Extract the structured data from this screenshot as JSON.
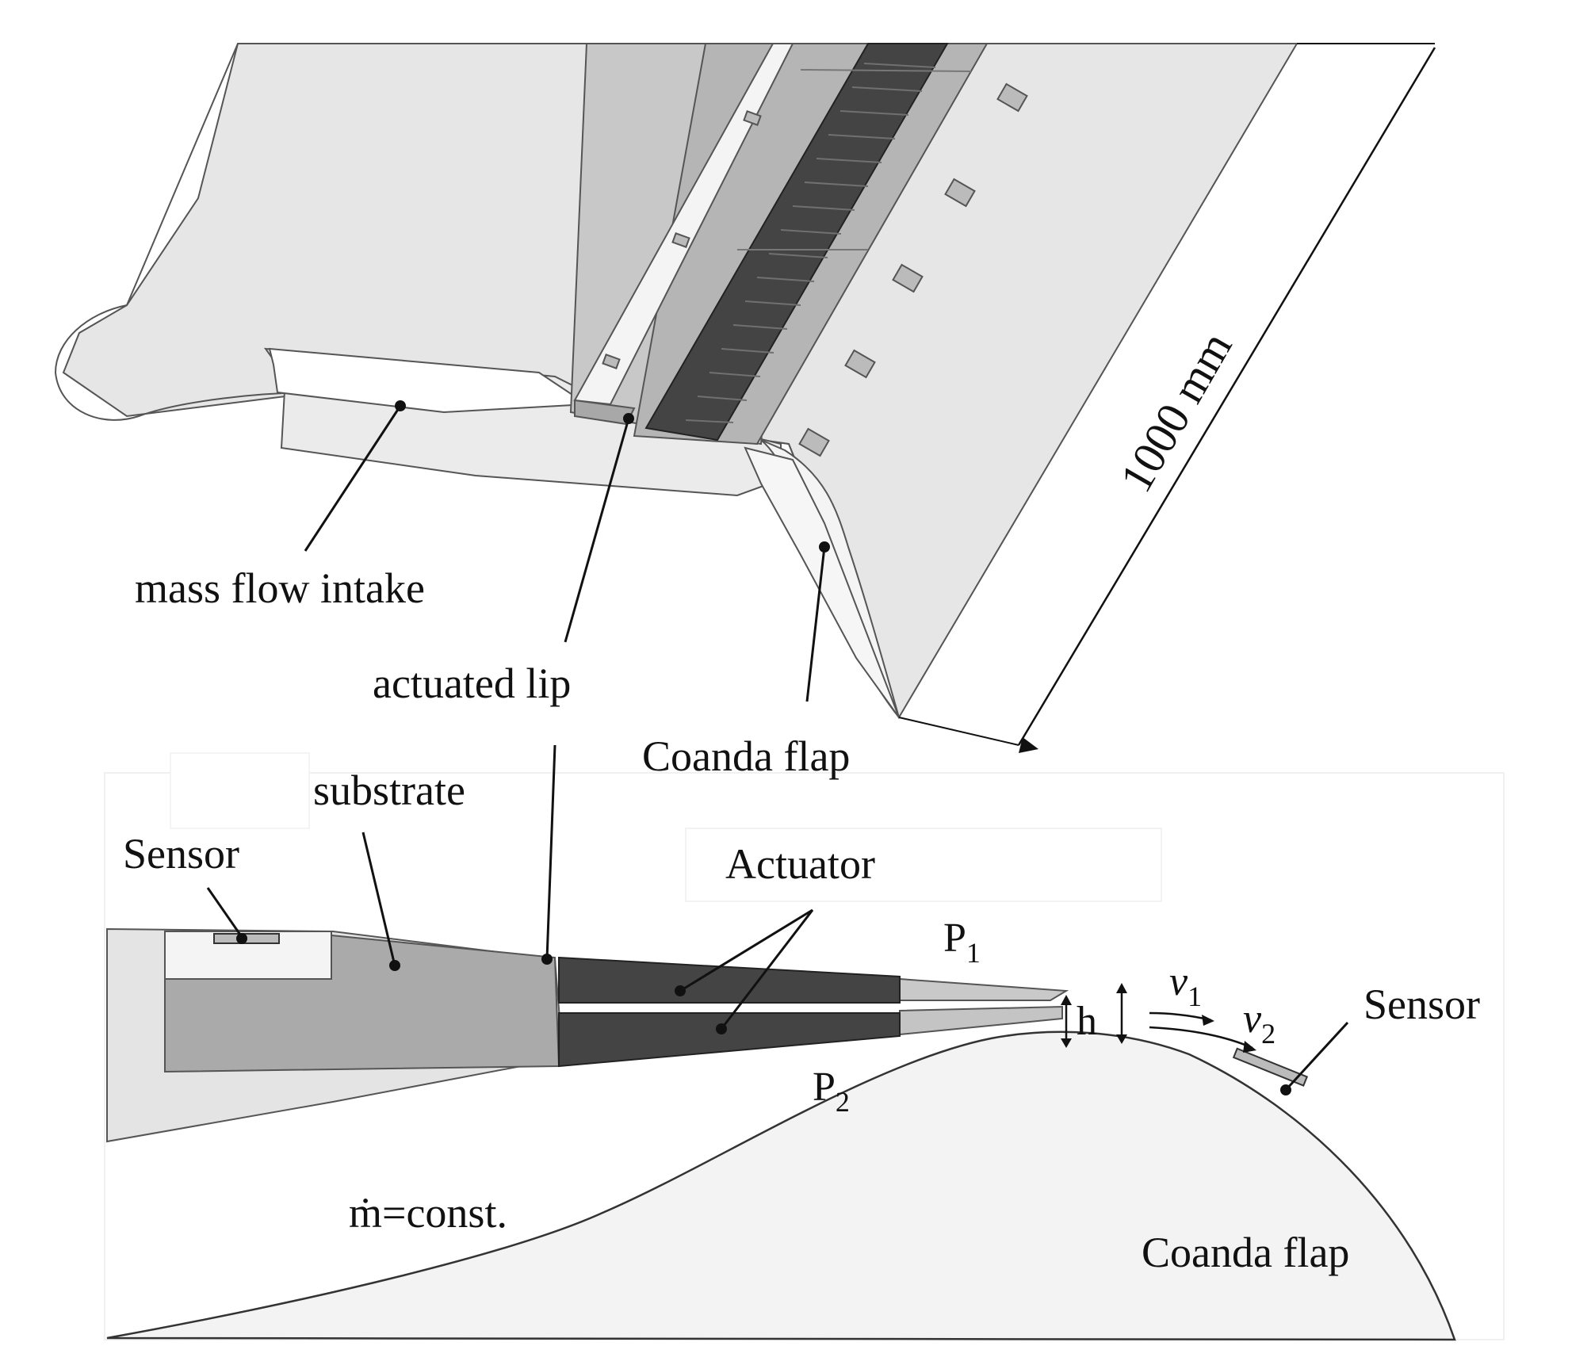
{
  "labels": {
    "mass_flow_intake": "mass flow intake",
    "actuated_lip": "actuated lip",
    "coanda_flap_top": "Coanda flap",
    "dimension": "1000 mm",
    "substrate": "substrate",
    "sensor_left": "Sensor",
    "actuator": "Actuator",
    "p1_base": "P",
    "p1_sub": "1",
    "p2_base": "P",
    "p2_sub": "2",
    "h": "h",
    "v1_base": "v",
    "v1_sub": "1",
    "v2_base": "v",
    "v2_sub": "2",
    "sensor_right": "Sensor",
    "mdot": "ṁ=const.",
    "coanda_flap_bottom": "Coanda flap"
  },
  "colors": {
    "skin": "#e6e6e6",
    "skin_light": "#f2f2f2",
    "substrate": "#aaaaaa",
    "actuator": "#444444",
    "rail": "#c8c8c8",
    "outline": "#555555"
  }
}
